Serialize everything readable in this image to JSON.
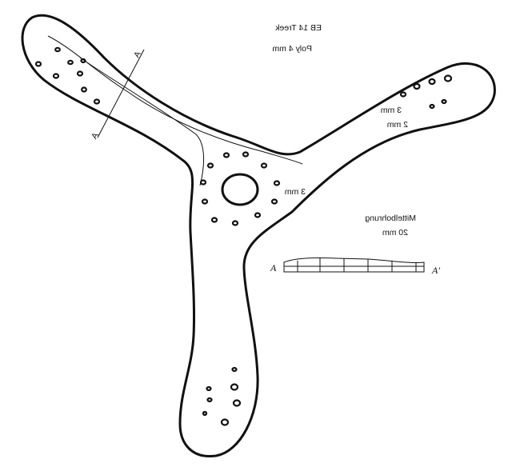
{
  "title": "EB 14 Treek",
  "material": "Poly 4 mm",
  "right_wing_holes": [
    "3 mm",
    "2 mm"
  ],
  "center_holes": "3 mm",
  "center_bore": {
    "label": "Mittelbohrung",
    "size": "20 mm"
  },
  "section": {
    "start": "A",
    "end": "A'"
  },
  "section_line": {
    "end_a": "A",
    "end_b": "A"
  },
  "colors": {
    "ink": "#111111",
    "paper": "#ffffff"
  }
}
